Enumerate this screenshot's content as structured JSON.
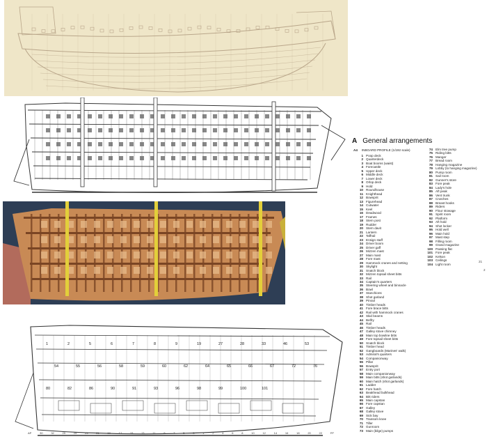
{
  "legend": {
    "section_letter": "A",
    "heading": "General arrangements",
    "drawing_code": "A4",
    "drawing_title": "INBOARD PROFILE (1/192 scale)",
    "items": [
      {
        "n": "1",
        "t": "Poop deck"
      },
      {
        "n": "2",
        "t": "Quarterdeck"
      },
      {
        "n": "3",
        "t": "Boat booms (waist)"
      },
      {
        "n": "4",
        "t": "Forecastle"
      },
      {
        "n": "5",
        "t": "Upper deck"
      },
      {
        "n": "6",
        "t": "Middle deck"
      },
      {
        "n": "7",
        "t": "Lower deck"
      },
      {
        "n": "8",
        "t": "Orlop deck"
      },
      {
        "n": "9",
        "t": "Hold"
      },
      {
        "n": "10",
        "t": "Roundhouse"
      },
      {
        "n": "11",
        "t": "Knighthead"
      },
      {
        "n": "12",
        "t": "Bowsprit"
      },
      {
        "n": "13",
        "t": "Figurehead"
      },
      {
        "n": "14",
        "t": "Cutwater"
      },
      {
        "n": "15",
        "t": "Keel"
      },
      {
        "n": "16",
        "t": "Deadwood"
      },
      {
        "n": "17",
        "t": "Frames"
      },
      {
        "n": "18",
        "t": "Stern post"
      },
      {
        "n": "19",
        "t": "Rudder"
      },
      {
        "n": "20",
        "t": "Stern davit"
      },
      {
        "n": "21",
        "t": "Lantern"
      },
      {
        "n": "22",
        "t": "Taffrail"
      },
      {
        "n": "23",
        "t": "Ensign staff"
      },
      {
        "n": "24",
        "t": "Driver boom"
      },
      {
        "n": "25",
        "t": "Driver gaff"
      },
      {
        "n": "26",
        "t": "Mizzen mast"
      },
      {
        "n": "27",
        "t": "Main mast"
      },
      {
        "n": "28",
        "t": "Fore mast"
      },
      {
        "n": "29",
        "t": "Hammock cranes and netting"
      },
      {
        "n": "30",
        "t": "Skylight"
      },
      {
        "n": "31",
        "t": "Snatch block"
      },
      {
        "n": "32",
        "t": "Mizzen topsail sheet bitts"
      },
      {
        "n": "33",
        "t": "Rail"
      },
      {
        "n": "34",
        "t": "Captain's quarters"
      },
      {
        "n": "35",
        "t": "Steering wheel and binnacle"
      },
      {
        "n": "36",
        "t": "Bowl"
      },
      {
        "n": "37",
        "t": "Stanchions"
      },
      {
        "n": "38",
        "t": "Shot garland"
      },
      {
        "n": "39",
        "t": "Pinrail"
      },
      {
        "n": "40",
        "t": "Timber heads"
      },
      {
        "n": "41",
        "t": "Fore brace bitts"
      },
      {
        "n": "42",
        "t": "Rail with hammock cranes"
      },
      {
        "n": "43",
        "t": "Skid beams"
      },
      {
        "n": "44",
        "t": "Belfry"
      },
      {
        "n": "45",
        "t": "Rail"
      },
      {
        "n": "46",
        "t": "Timber heads"
      },
      {
        "n": "47",
        "t": "Galley stove chimney"
      },
      {
        "n": "48",
        "t": "Main top bowline bitts"
      },
      {
        "n": "49",
        "t": "Fore topsail sheet bitts"
      },
      {
        "n": "50",
        "t": "Snatch block"
      },
      {
        "n": "51",
        "t": "Timber head"
      },
      {
        "n": "52",
        "t": "Gangboards (Marines' walk)"
      },
      {
        "n": "53",
        "t": "Admiral's quarters"
      },
      {
        "n": "54",
        "t": "Companionway"
      },
      {
        "n": "55",
        "t": "Pillar"
      },
      {
        "n": "56",
        "t": "Bowsprit"
      },
      {
        "n": "57",
        "t": "Entry port"
      },
      {
        "n": "58",
        "t": "Main companionway"
      },
      {
        "n": "59",
        "t": "Main bitts (shot garlands)"
      },
      {
        "n": "60",
        "t": "Main hatch (shot garlands)"
      },
      {
        "n": "61",
        "t": "Ladder"
      },
      {
        "n": "62",
        "t": "Fore hatch"
      },
      {
        "n": "63",
        "t": "Beakhead bulkhead"
      },
      {
        "n": "64",
        "t": "Bitt riders"
      },
      {
        "n": "65",
        "t": "Main capstan"
      },
      {
        "n": "66",
        "t": "Fore capstan"
      },
      {
        "n": "67",
        "t": "Galley"
      },
      {
        "n": "68",
        "t": "Galley stove"
      },
      {
        "n": "69",
        "t": "Sick bay"
      },
      {
        "n": "70",
        "t": "Transom knee"
      },
      {
        "n": "71",
        "t": "Tiller"
      },
      {
        "n": "72",
        "t": "Gunroom"
      },
      {
        "n": "73",
        "t": "Main (bilge) pumps"
      },
      {
        "n": "74",
        "t": "Elm tree pump"
      },
      {
        "n": "75",
        "t": "Riding bitts"
      },
      {
        "n": "76",
        "t": "Manger"
      },
      {
        "n": "77",
        "t": "Bread room"
      },
      {
        "n": "78",
        "t": "Hanging magazine"
      },
      {
        "n": "79",
        "t": "Lobby (to hanging magazine)"
      },
      {
        "n": "80",
        "t": "Pump room"
      },
      {
        "n": "81",
        "t": "Sail room"
      },
      {
        "n": "82",
        "t": "Gunner's store"
      },
      {
        "n": "83",
        "t": "Fore peak"
      },
      {
        "n": "84",
        "t": "Lady's hole"
      },
      {
        "n": "85",
        "t": "Aft peak"
      },
      {
        "n": "86",
        "t": "Vent trunk"
      },
      {
        "n": "87",
        "t": "Crutches"
      },
      {
        "n": "88",
        "t": "Breast hooks"
      },
      {
        "n": "89",
        "t": "Riders"
      },
      {
        "n": "90",
        "t": "Flour stowage"
      },
      {
        "n": "91",
        "t": "Spirit room"
      },
      {
        "n": "92",
        "t": "Platform"
      },
      {
        "n": "93",
        "t": "Aft hold"
      },
      {
        "n": "94",
        "t": "Shot locker"
      },
      {
        "n": "95",
        "t": "Hold well"
      },
      {
        "n": "96",
        "t": "Main hold"
      },
      {
        "n": "97",
        "t": "Mast step"
      },
      {
        "n": "98",
        "t": "Filling room"
      },
      {
        "n": "99",
        "t": "Grand magazine"
      },
      {
        "n": "100",
        "t": "Passing flat"
      },
      {
        "n": "101",
        "t": "Fore peak"
      },
      {
        "n": "102",
        "t": "Kelson"
      },
      {
        "n": "103",
        "t": "Ceilings"
      },
      {
        "n": "104",
        "t": "Light room"
      }
    ]
  },
  "margin_labels": [
    "21",
    "2"
  ],
  "scale_ticks": [
    "AP",
    "30",
    "32",
    "29",
    "25",
    "23",
    "21",
    "19",
    "17",
    "15",
    "13",
    "11",
    "9",
    "7",
    "5",
    "3",
    "1",
    "2",
    "4",
    "6",
    "8",
    "10",
    "12",
    "14",
    "16",
    "18",
    "20",
    "22",
    "FP"
  ],
  "plan_numbers": [
    "1",
    "2",
    "5",
    "6",
    "7",
    "8",
    "9",
    "19",
    "27",
    "28",
    "33",
    "46",
    "53",
    "54",
    "55",
    "56",
    "58",
    "59",
    "60",
    "62",
    "64",
    "65",
    "66",
    "67",
    "72",
    "76",
    "80",
    "82",
    "86",
    "90",
    "91",
    "93",
    "96",
    "98",
    "99",
    "100",
    "101"
  ],
  "colors": {
    "paper": "#efe6c8",
    "pencil": "#b9a68a",
    "ink": "#333333",
    "timber": "#c88a55",
    "timber_dark": "#7a4524",
    "mast": "#e3cf3a",
    "photo_bg": "#2e3e55",
    "plinth": "#b26b5c"
  }
}
